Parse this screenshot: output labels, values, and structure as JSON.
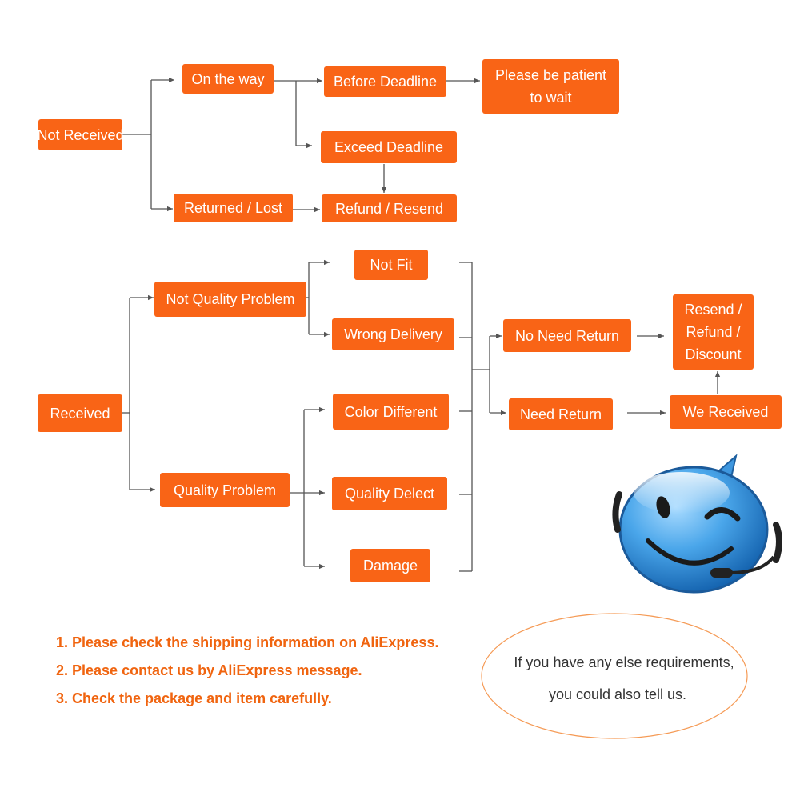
{
  "colors": {
    "box": "#f96416",
    "box_text": "#ffffff",
    "line": "#555555",
    "note": "#f0640f",
    "ellipse": "#f59a55"
  },
  "section1": {
    "not_received": "Not Received",
    "on_the_way": "On the way",
    "before_deadline": "Before Deadline",
    "please_be_patient": [
      "Please be patient",
      "to wait"
    ],
    "exceed_deadline": "Exceed Deadline",
    "returned_lost": "Returned / Lost",
    "refund_resend": "Refund / Resend"
  },
  "section2": {
    "received": "Received",
    "not_quality_problem": "Not Quality Problem",
    "not_fit": "Not Fit",
    "wrong_delivery": "Wrong Delivery",
    "quality_problem": "Quality Problem",
    "color_different": "Color Different",
    "quality_delect": "Quality Delect",
    "damage": "Damage",
    "no_need_return": "No Need Return",
    "need_return": "Need Return",
    "resend_refund_discount": [
      "Resend /",
      "Refund /",
      "Discount"
    ],
    "we_received": "We Received"
  },
  "notes": [
    "1. Please check the shipping information on AliExpress.",
    "2. Please contact us by AliExpress message.",
    "3. Check the package and item carefully."
  ],
  "bubble": {
    "lines": [
      "If you have any else requirements,",
      "you could also tell us."
    ]
  },
  "icons": {
    "mascot": "winking-support-smiley-icon"
  }
}
